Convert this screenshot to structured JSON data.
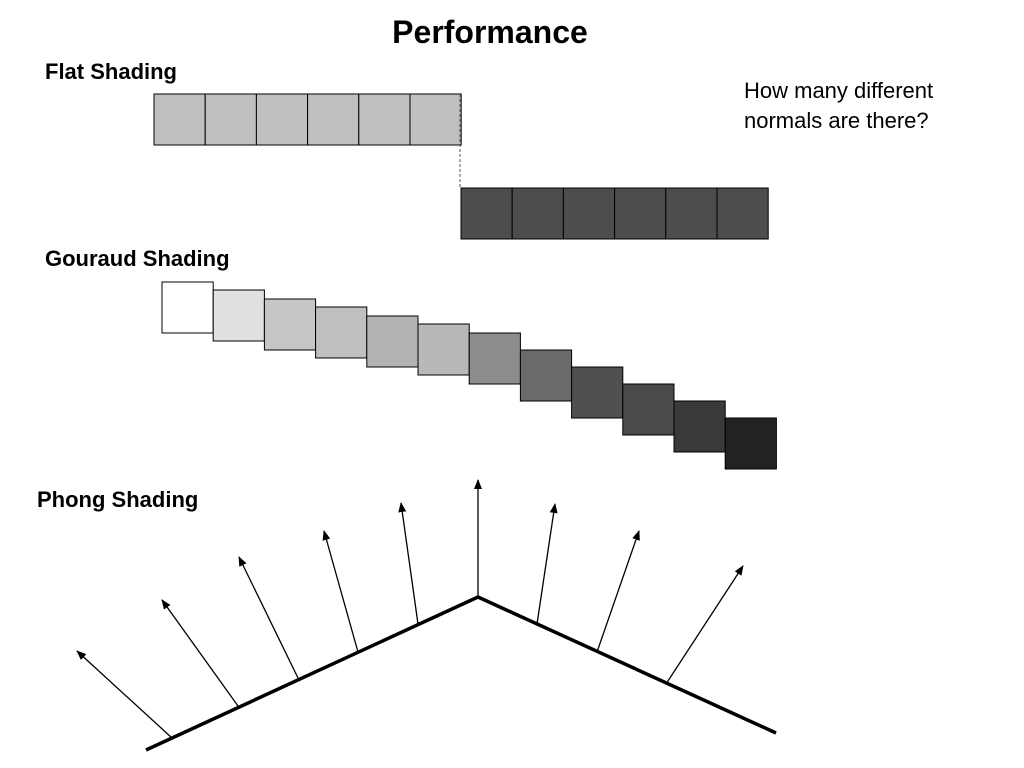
{
  "title": "Performance",
  "sections": {
    "flat": "Flat Shading",
    "gouraud": "Gouraud Shading",
    "phong": "Phong Shading"
  },
  "question_lines": [
    "How many different",
    "normals are there?"
  ],
  "colors": {
    "flat_light": "#c0c0c0",
    "flat_dark": "#4d4d4d",
    "gouraud": [
      "#ffffff",
      "#e0e0e0",
      "#c6c6c6",
      "#bfbfbf",
      "#b3b3b3",
      "#b8b8b8",
      "#8c8c8c",
      "#6a6a6a",
      "#505050",
      "#4a4a4a",
      "#3a3a3a",
      "#222222"
    ],
    "stroke": "#000000"
  }
}
